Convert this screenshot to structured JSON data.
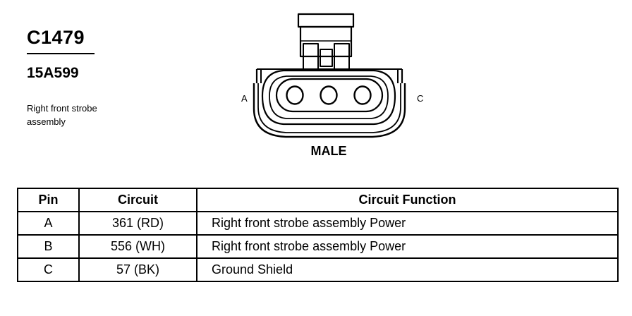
{
  "connector": {
    "id": "C1479",
    "part_number": "15A599",
    "description": "Right front strobe assembly",
    "gender": "MALE",
    "pin_labels": {
      "left": "A",
      "right": "C"
    }
  },
  "table": {
    "headers": [
      "Pin",
      "Circuit",
      "Circuit Function"
    ],
    "rows": [
      {
        "pin": "A",
        "circuit": "361 (RD)",
        "function": "Right front strobe assembly Power"
      },
      {
        "pin": "B",
        "circuit": "556 (WH)",
        "function": "Right front strobe assembly Power"
      },
      {
        "pin": "C",
        "circuit": "57 (BK)",
        "function": "Ground Shield"
      }
    ]
  }
}
